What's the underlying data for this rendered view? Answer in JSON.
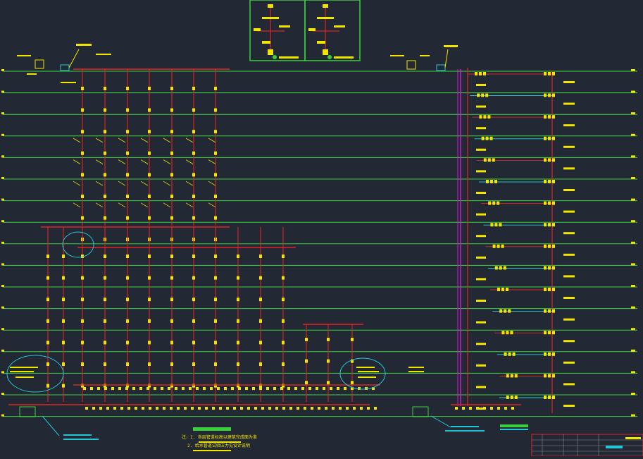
{
  "drawing": {
    "title": "",
    "colors": {
      "background": "#222834",
      "floor_line": "#39d13a",
      "pipe_red": "#e02424",
      "riser_magenta": "#d21dd6",
      "cyan": "#22c7d6",
      "yellow": "#f2e600",
      "white": "#e8e8e8"
    },
    "floor_count": 17,
    "notes": {
      "line_1": "注：1. 各层管道标高以建筑完成面为准",
      "line_2": "2. 给水管道试验压力见设计说明"
    },
    "title_block": {
      "label": ""
    }
  }
}
